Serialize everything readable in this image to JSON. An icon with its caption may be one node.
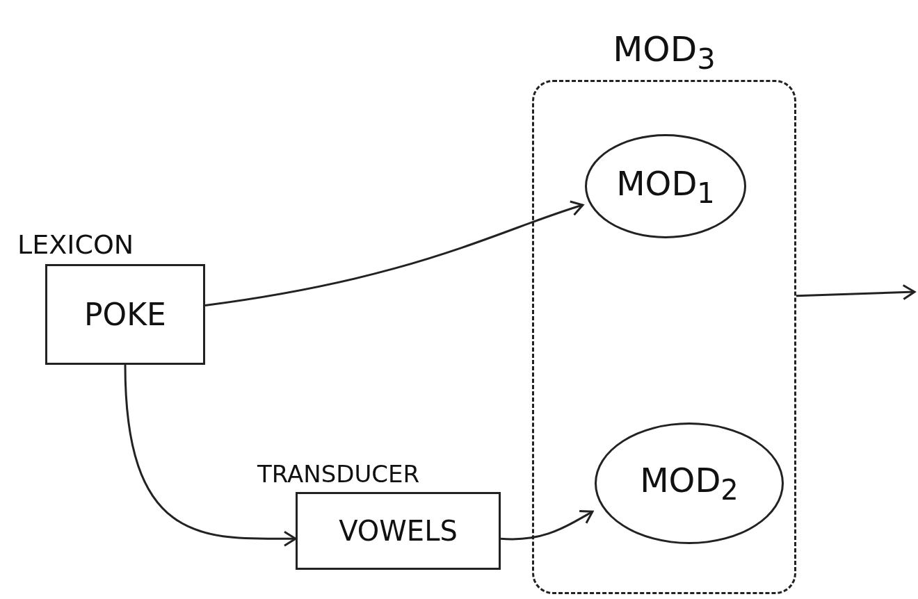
{
  "diagram": {
    "nodes": [
      {
        "text": [
          "MOD$_{3}$"
        ]
      },
      {
        "text": [
          "LEXICON",
          "POKE"
        ]
      },
      {
        "text": [
          "TRANSDUCER",
          "VOWELS"
        ]
      },
      {
        "text": [
          "MOD$_{1}$"
        ],
        "in": 0
      },
      {
        "text": [
          "MOD$_{2}$"
        ],
        "in": 0
      }
    ],
    "edges": [
      {
        "from": 1,
        "to": 3,
        "arrow": "to"
      },
      {
        "from": 1,
        "to": 2,
        "arrow": "to"
      },
      {
        "from": 2,
        "to": 4,
        "arrow": "to"
      },
      {
        "from": 0,
        "to": null,
        "arrow": "to"
      }
    ]
  }
}
